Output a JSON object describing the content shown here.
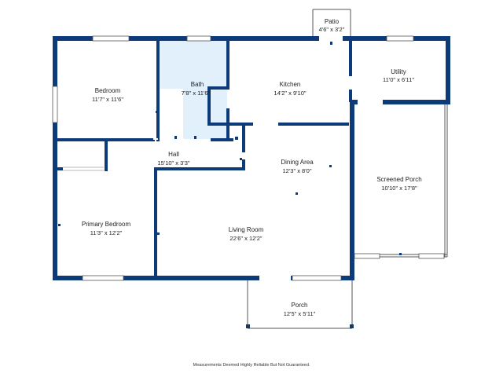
{
  "colors": {
    "wall": "#0d3b7a",
    "bath_fill": "#e1f0fa",
    "thin_line": "#555555",
    "window_fill": "#ffffff",
    "background": "#ffffff"
  },
  "rooms": {
    "patio": {
      "name": "Patio",
      "dim": "4'6\" x 3'2\""
    },
    "bedroom": {
      "name": "Bedroom",
      "dim": "11'7\" x 11'6\""
    },
    "bath": {
      "name": "Bath",
      "dim": "7'8\" x 11'6\""
    },
    "kitchen": {
      "name": "Kitchen",
      "dim": "14'2\" x 9'10\""
    },
    "utility": {
      "name": "Utility",
      "dim": "11'0\" x 6'11\""
    },
    "hall": {
      "name": "Hall",
      "dim": "15'10\" x 3'3\""
    },
    "dining": {
      "name": "Dining Area",
      "dim": "12'3\" x 8'0\""
    },
    "screened_porch": {
      "name": "Screened Porch",
      "dim": "10'10\" x 17'8\""
    },
    "primary_bedroom": {
      "name": "Primary Bedroom",
      "dim": "11'3\" x 12'2\""
    },
    "living": {
      "name": "Living Room",
      "dim": "22'6\" x 12'2\""
    },
    "porch": {
      "name": "Porch",
      "dim": "12'5\" x 5'11\""
    }
  },
  "footer": "Measurements Deemed Highly Reliable But Not Guaranteed."
}
